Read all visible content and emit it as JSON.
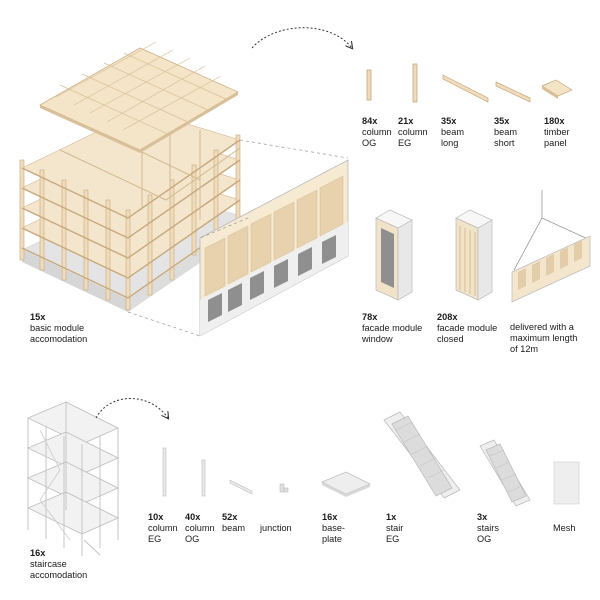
{
  "colors": {
    "timber": "#f0e0c4",
    "timber_dark": "#d8c3a0",
    "timber_edge": "#c9b08a",
    "grey_floor": "#e6e6e6",
    "line": "#9a9a9a",
    "dark_text": "#1a1a1a"
  },
  "main_building": {
    "count": "15x",
    "label_line1": "basic module",
    "label_line2": "accomodation"
  },
  "timber_parts": [
    {
      "count": "84x",
      "line1": "column",
      "line2": "OG",
      "icon": "column-og-icon"
    },
    {
      "count": "21x",
      "line1": "column",
      "line2": "EG",
      "icon": "column-eg-icon"
    },
    {
      "count": "35x",
      "line1": "beam",
      "line2": "long",
      "icon": "beam-long-icon"
    },
    {
      "count": "35x",
      "line1": "beam",
      "line2": "short",
      "icon": "beam-short-icon"
    },
    {
      "count": "180x",
      "line1": "timber",
      "line2": "panel",
      "icon": "timber-panel-icon"
    }
  ],
  "facade_parts": [
    {
      "count": "78x",
      "line1": "facade module",
      "line2": "window"
    },
    {
      "count": "208x",
      "line1": "facade module",
      "line2": "closed"
    }
  ],
  "delivery_note": {
    "line1": "delivered with a",
    "line2": "maximum length",
    "line3": "of 12m"
  },
  "staircase_building": {
    "count": "16x",
    "label_line1": "staircase",
    "label_line2": "accomodation"
  },
  "steel_parts": [
    {
      "count": "10x",
      "line1": "column",
      "line2": "EG"
    },
    {
      "count": "40x",
      "line1": "column",
      "line2": "OG"
    },
    {
      "count": "52x",
      "line1": "beam",
      "line2": ""
    },
    {
      "count": "",
      "line1": "junction",
      "line2": ""
    },
    {
      "count": "16x",
      "line1": "base-",
      "line2": "plate"
    },
    {
      "count": "1x",
      "line1": "stair",
      "line2": "EG"
    },
    {
      "count": "3x",
      "line1": "stairs",
      "line2": "OG"
    },
    {
      "count": "",
      "line1": "Mesh",
      "line2": ""
    }
  ]
}
